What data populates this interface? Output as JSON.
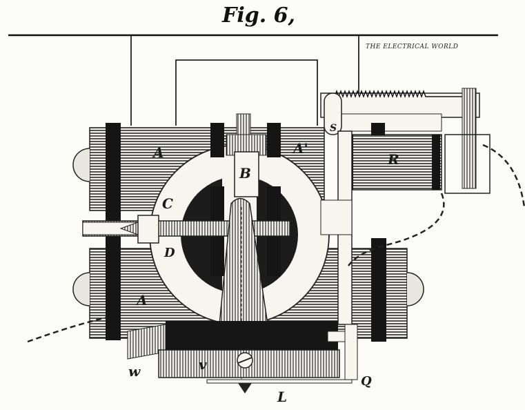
{
  "figure": {
    "title": "Fig. 6,",
    "credit": "THE ELECTRICAL WORLD",
    "labels": {
      "coil_upper": "A",
      "coil_upper_right": "A'",
      "block": "B",
      "arm_upper": "C",
      "arm_lower": "D",
      "coil_lower": "A",
      "relay": "R",
      "screw": "S",
      "wheel_outer": "w",
      "wheel_inner": "v",
      "lever": "L",
      "contact": "Q"
    }
  },
  "colors": {
    "ink": "#1a1a1a",
    "paper": "#fbfbf8"
  }
}
